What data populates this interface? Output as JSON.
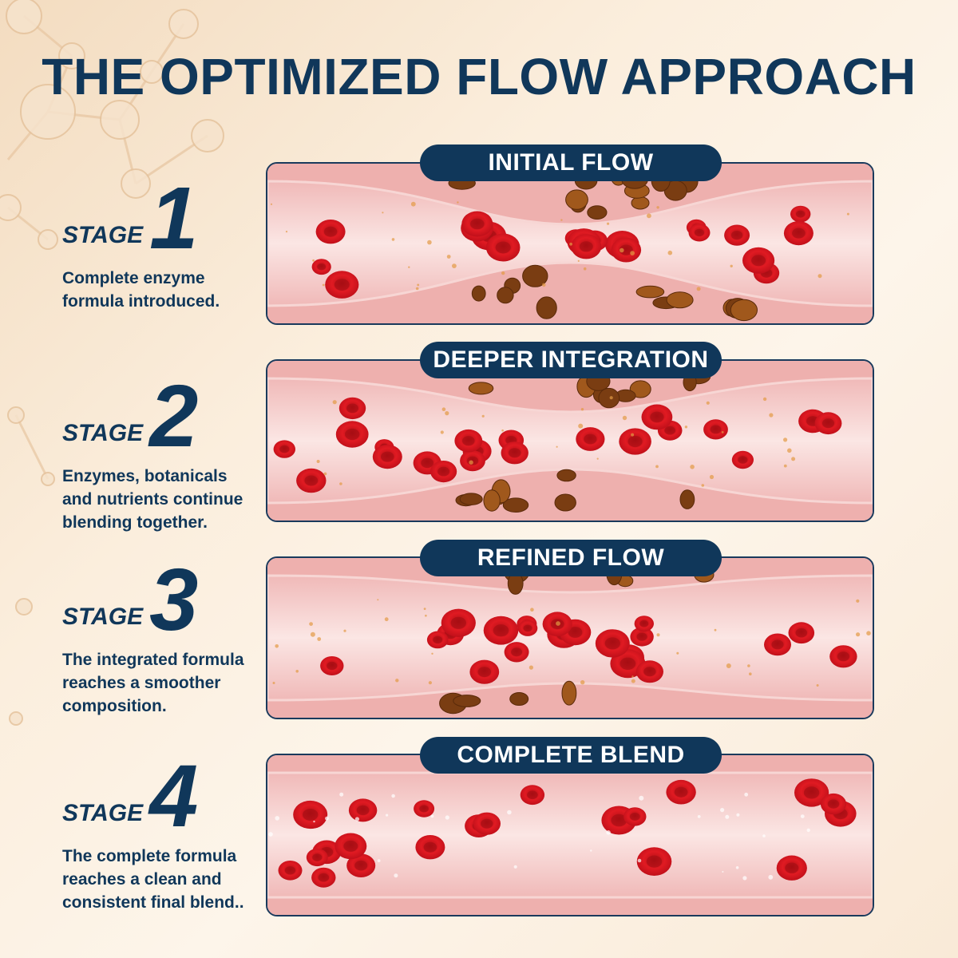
{
  "title": "THE OPTIMIZED FLOW APPROACH",
  "stage_word": "STAGE",
  "stages": [
    {
      "number": "1",
      "label": "INITIAL FLOW",
      "description": "Complete enzyme\nformula introduced.",
      "plaque_level": 0.9
    },
    {
      "number": "2",
      "label": "DEEPER INTEGRATION",
      "description": "Enzymes, botanicals\nand nutrients continue\nblending together.",
      "plaque_level": 0.7
    },
    {
      "number": "3",
      "label": "REFINED FLOW",
      "description": "The integrated formula\nreaches a smoother\ncomposition.",
      "plaque_level": 0.35
    },
    {
      "number": "4",
      "label": "COMPLETE BLEND",
      "description": "The complete formula\nreaches a clean and\nconsistent final blend..",
      "plaque_level": 0
    }
  ],
  "colors": {
    "navy": "#10375a",
    "cell_red": "#d8141c",
    "plaque": "#7a3d12",
    "vessel_pink": "#f6d0cf"
  },
  "icons": {
    "background": "molecule-network-icon",
    "cell": "red-blood-cell-icon",
    "plaque": "plaque-deposit-icon"
  }
}
